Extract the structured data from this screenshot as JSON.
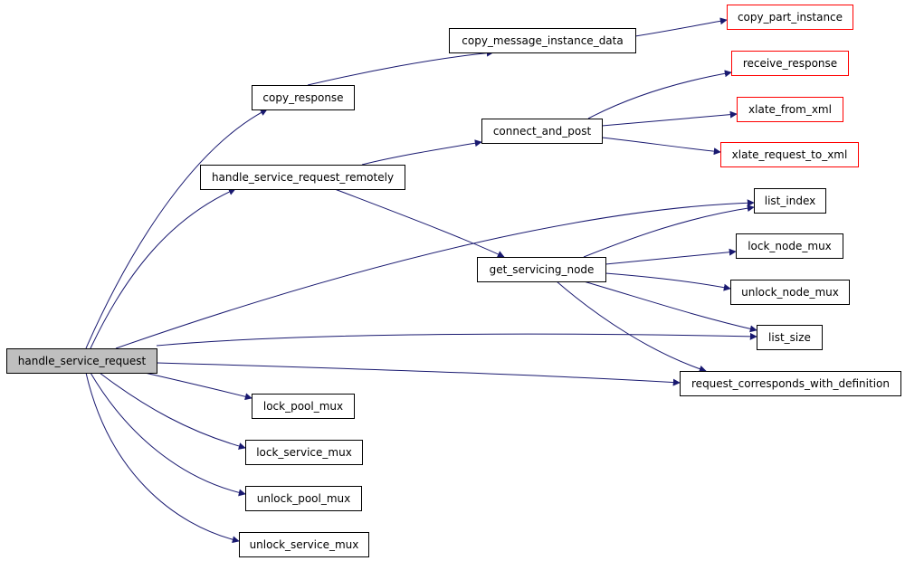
{
  "colors": {
    "background": "#ffffff",
    "edge": "#191970",
    "node_border_default": "#000000",
    "node_border_external": "#ff0000",
    "node_fill_root": "#bfbfbf",
    "node_fill": "#ffffff",
    "text": "#000000"
  },
  "nodes": [
    {
      "id": "handle_service_request",
      "label": "handle_service_request",
      "style": "root"
    },
    {
      "id": "copy_response",
      "label": "copy_response",
      "style": "normal"
    },
    {
      "id": "copy_message_instance_data",
      "label": "copy_message_instance_data",
      "style": "normal"
    },
    {
      "id": "copy_part_instance",
      "label": "copy_part_instance",
      "style": "external"
    },
    {
      "id": "handle_service_request_remotely",
      "label": "handle_service_request_remotely",
      "style": "normal"
    },
    {
      "id": "connect_and_post",
      "label": "connect_and_post",
      "style": "normal"
    },
    {
      "id": "receive_response",
      "label": "receive_response",
      "style": "external"
    },
    {
      "id": "xlate_from_xml",
      "label": "xlate_from_xml",
      "style": "external"
    },
    {
      "id": "xlate_request_to_xml",
      "label": "xlate_request_to_xml",
      "style": "external"
    },
    {
      "id": "list_index",
      "label": "list_index",
      "style": "normal"
    },
    {
      "id": "get_servicing_node",
      "label": "get_servicing_node",
      "style": "normal"
    },
    {
      "id": "lock_node_mux",
      "label": "lock_node_mux",
      "style": "normal"
    },
    {
      "id": "unlock_node_mux",
      "label": "unlock_node_mux",
      "style": "normal"
    },
    {
      "id": "list_size",
      "label": "list_size",
      "style": "normal"
    },
    {
      "id": "request_corresponds_with_definition",
      "label": "request_corresponds_with_definition",
      "style": "normal"
    },
    {
      "id": "lock_pool_mux",
      "label": "lock_pool_mux",
      "style": "normal"
    },
    {
      "id": "lock_service_mux",
      "label": "lock_service_mux",
      "style": "normal"
    },
    {
      "id": "unlock_pool_mux",
      "label": "unlock_pool_mux",
      "style": "normal"
    },
    {
      "id": "unlock_service_mux",
      "label": "unlock_service_mux",
      "style": "normal"
    }
  ],
  "edges": [
    {
      "from": "handle_service_request",
      "to": "copy_response"
    },
    {
      "from": "handle_service_request",
      "to": "handle_service_request_remotely"
    },
    {
      "from": "handle_service_request",
      "to": "list_index"
    },
    {
      "from": "handle_service_request",
      "to": "list_size"
    },
    {
      "from": "handle_service_request",
      "to": "request_corresponds_with_definition"
    },
    {
      "from": "handle_service_request",
      "to": "lock_pool_mux"
    },
    {
      "from": "handle_service_request",
      "to": "lock_service_mux"
    },
    {
      "from": "handle_service_request",
      "to": "unlock_pool_mux"
    },
    {
      "from": "handle_service_request",
      "to": "unlock_service_mux"
    },
    {
      "from": "copy_response",
      "to": "copy_message_instance_data"
    },
    {
      "from": "copy_message_instance_data",
      "to": "copy_part_instance"
    },
    {
      "from": "handle_service_request_remotely",
      "to": "connect_and_post"
    },
    {
      "from": "handle_service_request_remotely",
      "to": "get_servicing_node"
    },
    {
      "from": "connect_and_post",
      "to": "receive_response"
    },
    {
      "from": "connect_and_post",
      "to": "xlate_from_xml"
    },
    {
      "from": "connect_and_post",
      "to": "xlate_request_to_xml"
    },
    {
      "from": "get_servicing_node",
      "to": "list_index"
    },
    {
      "from": "get_servicing_node",
      "to": "lock_node_mux"
    },
    {
      "from": "get_servicing_node",
      "to": "unlock_node_mux"
    },
    {
      "from": "get_servicing_node",
      "to": "list_size"
    },
    {
      "from": "get_servicing_node",
      "to": "request_corresponds_with_definition"
    }
  ]
}
